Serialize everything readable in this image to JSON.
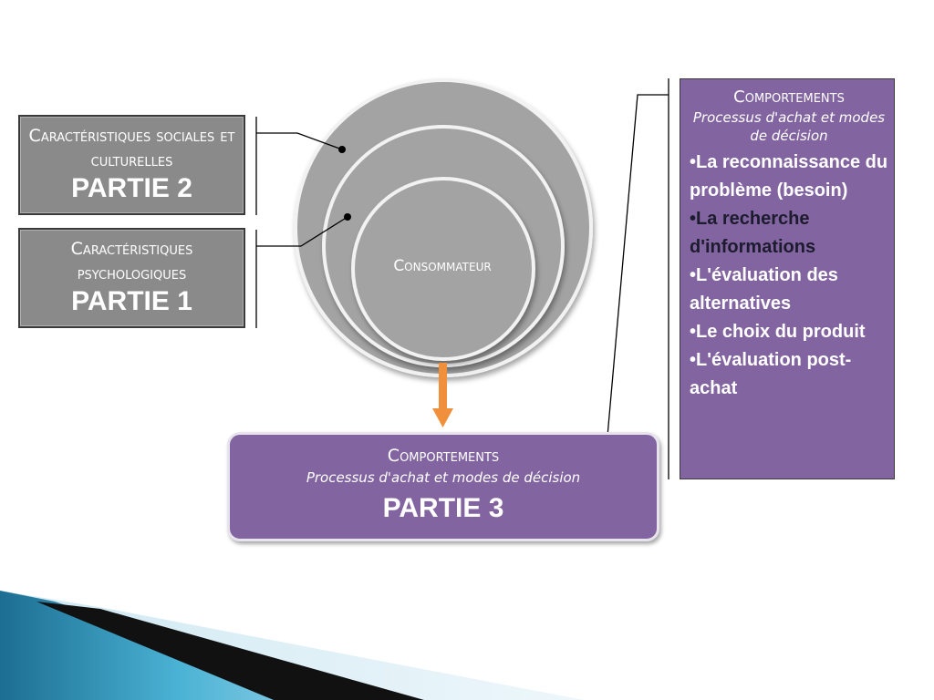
{
  "left_boxes": {
    "social": {
      "title": "Caractéristiques sociales et culturelles",
      "part": "PARTIE 2"
    },
    "psychological": {
      "title": "Caractéristiques psychologiques",
      "part": "PARTIE 1"
    }
  },
  "center": {
    "label": "Consommateur"
  },
  "bottom_box": {
    "title": "Comportements",
    "subtitle": "Processus d'achat et modes de décision",
    "part": "PARTIE 3"
  },
  "side_box": {
    "title": "Comportements",
    "subtitle": "Processus d'achat et modes de décision",
    "steps": [
      "•La reconnaissance du problème (besoin)",
      "•La recherche d'informations",
      "•L'évaluation des alternatives",
      "•Le choix du produit",
      "•L'évaluation post-achat"
    ]
  },
  "colors": {
    "grey_box": "#8a8a8a",
    "purple_box": "#8264a0",
    "arrow": "#f0903c",
    "circle": "#a3a3a3"
  }
}
